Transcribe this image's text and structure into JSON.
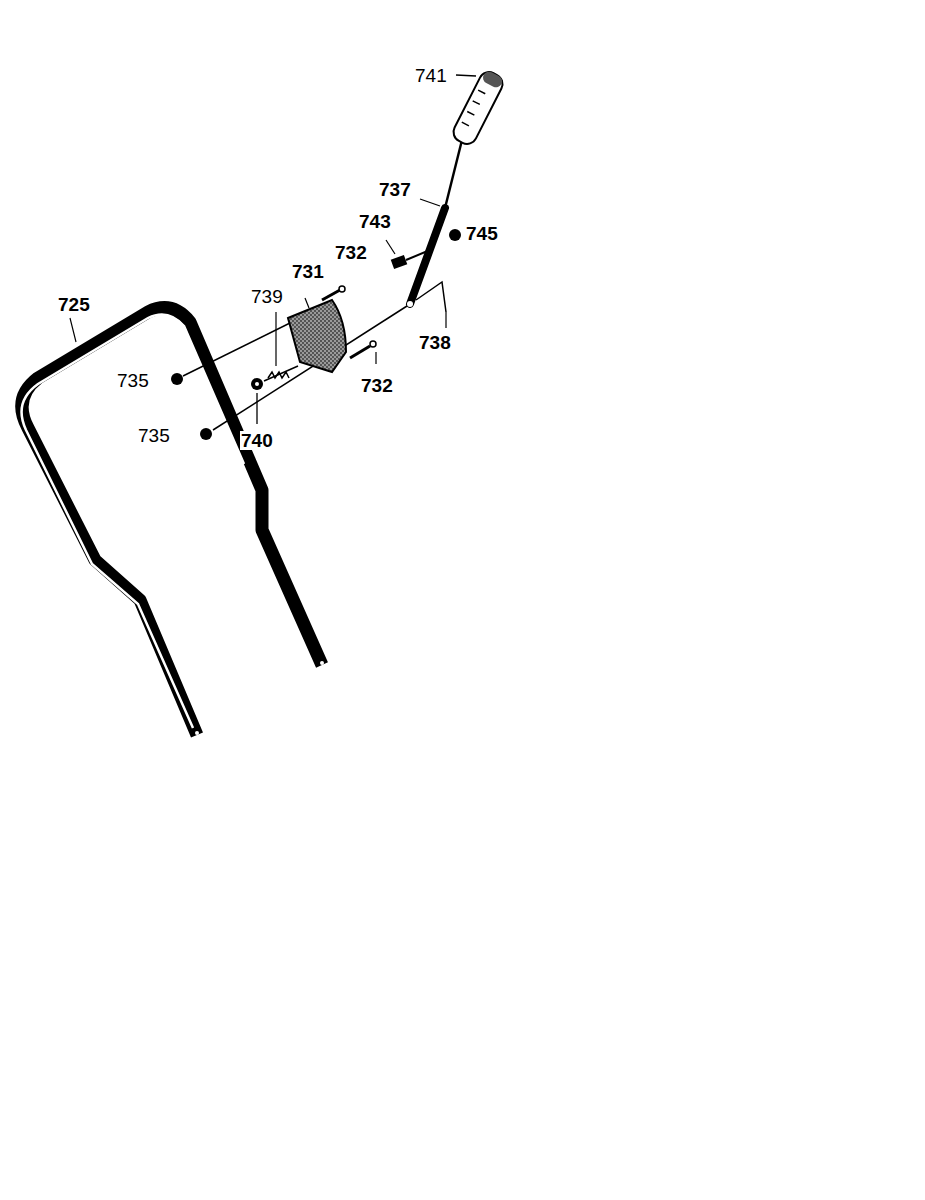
{
  "diagram": {
    "labels": [
      "741",
      "737",
      "743",
      "745",
      "732",
      "731",
      "739",
      "738",
      "725",
      "735",
      "732",
      "740",
      "735"
    ]
  }
}
